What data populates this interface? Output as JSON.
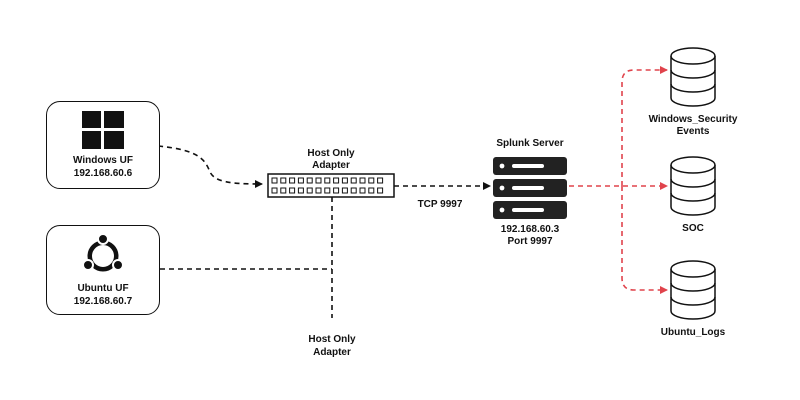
{
  "nodes": {
    "windows": {
      "name": "Windows UF",
      "ip": "192.168.60.6",
      "icon": "windows-logo-icon"
    },
    "ubuntu": {
      "name": "Ubuntu UF",
      "ip": "192.168.60.7",
      "icon": "ubuntu-logo-icon"
    },
    "switch": {
      "title_line1": "Host Only",
      "title_line2": "Adapter",
      "icon": "network-switch-icon"
    },
    "host_adapter_bottom": {
      "line1": "Host Only",
      "line2": "Adapter"
    },
    "server": {
      "title": "Splunk Server",
      "ip": "192.168.60.3",
      "port": "Port 9997",
      "icon": "server-rack-icon"
    },
    "link_label": "TCP 9997",
    "indexes": [
      {
        "line1": "Windows_Security",
        "line2": "Events",
        "icon": "database-icon"
      },
      {
        "line1": "SOC",
        "line2": "",
        "icon": "database-icon"
      },
      {
        "line1": "Ubuntu_Logs",
        "line2": "",
        "icon": "database-icon"
      }
    ]
  },
  "colors": {
    "stroke": "#111111",
    "flow_red": "#e0434c"
  }
}
